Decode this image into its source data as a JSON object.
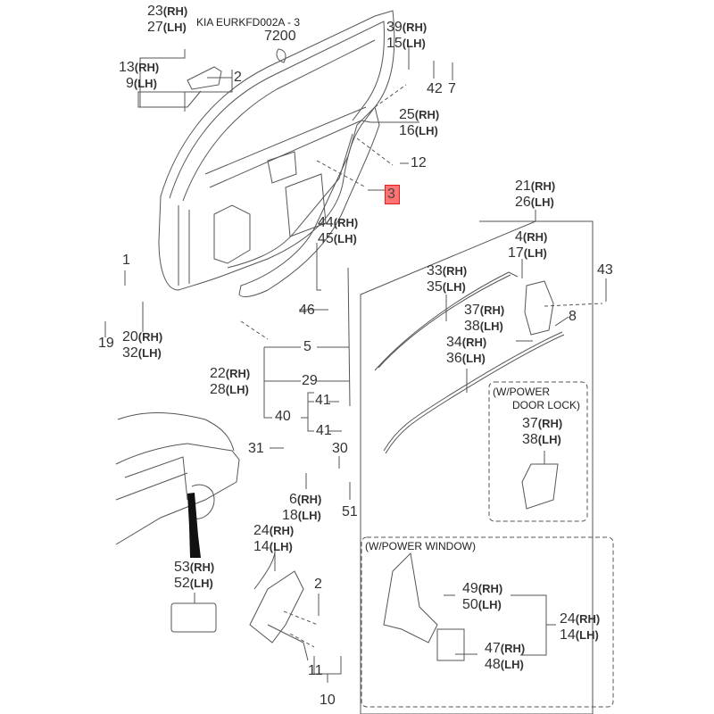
{
  "title": "KIA EURKFD002A - 3",
  "highlight_color": "#ff5a5a",
  "notes": {
    "power_door_lock": [
      "(W/POWER",
      "DOOR LOCK)"
    ],
    "power_window": "(W/POWER WINDOW)"
  },
  "callouts": {
    "c23_27": {
      "rh": "23",
      "lh": "27"
    },
    "c13_9": {
      "rh": "13",
      "lh": "9"
    },
    "c2a": "2",
    "c7200": "7200",
    "c39_15": {
      "rh": "39",
      "lh": "15"
    },
    "c42": "42",
    "c7": "7",
    "c25_16": {
      "rh": "25",
      "lh": "16"
    },
    "c12": "12",
    "c3": "3",
    "c21_26": {
      "rh": "21",
      "lh": "26"
    },
    "c4_17": {
      "rh": "4",
      "lh": "17"
    },
    "c43": "43",
    "c33_35": {
      "rh": "33",
      "lh": "35"
    },
    "c37_38": {
      "rh": "37",
      "lh": "38"
    },
    "c8": "8",
    "c34_36": {
      "rh": "34",
      "lh": "36"
    },
    "c37_38b": {
      "rh": "37",
      "lh": "38"
    },
    "c44_45": {
      "rh": "44",
      "lh": "45"
    },
    "c46": "46",
    "c1": "1",
    "c19": "19",
    "c20_32": {
      "rh": "20",
      "lh": "32"
    },
    "c5": "5",
    "c22_28": {
      "rh": "22",
      "lh": "28"
    },
    "c29": "29",
    "c41a": "41",
    "c40": "40",
    "c41b": "41",
    "c31": "31",
    "c30": "30",
    "c6_18": {
      "rh": "6",
      "lh": "18"
    },
    "c51": "51",
    "c53_52": {
      "rh": "53",
      "lh": "52"
    },
    "c24_14": {
      "rh": "24",
      "lh": "14"
    },
    "c2b": "2",
    "c11": "11",
    "c10": "10",
    "c49_50": {
      "rh": "49",
      "lh": "50"
    },
    "c47_48": {
      "rh": "47",
      "lh": "48"
    },
    "c24_14b": {
      "rh": "24",
      "lh": "14"
    }
  },
  "side_labels": {
    "rh": "(RH)",
    "lh": "(LH)"
  }
}
